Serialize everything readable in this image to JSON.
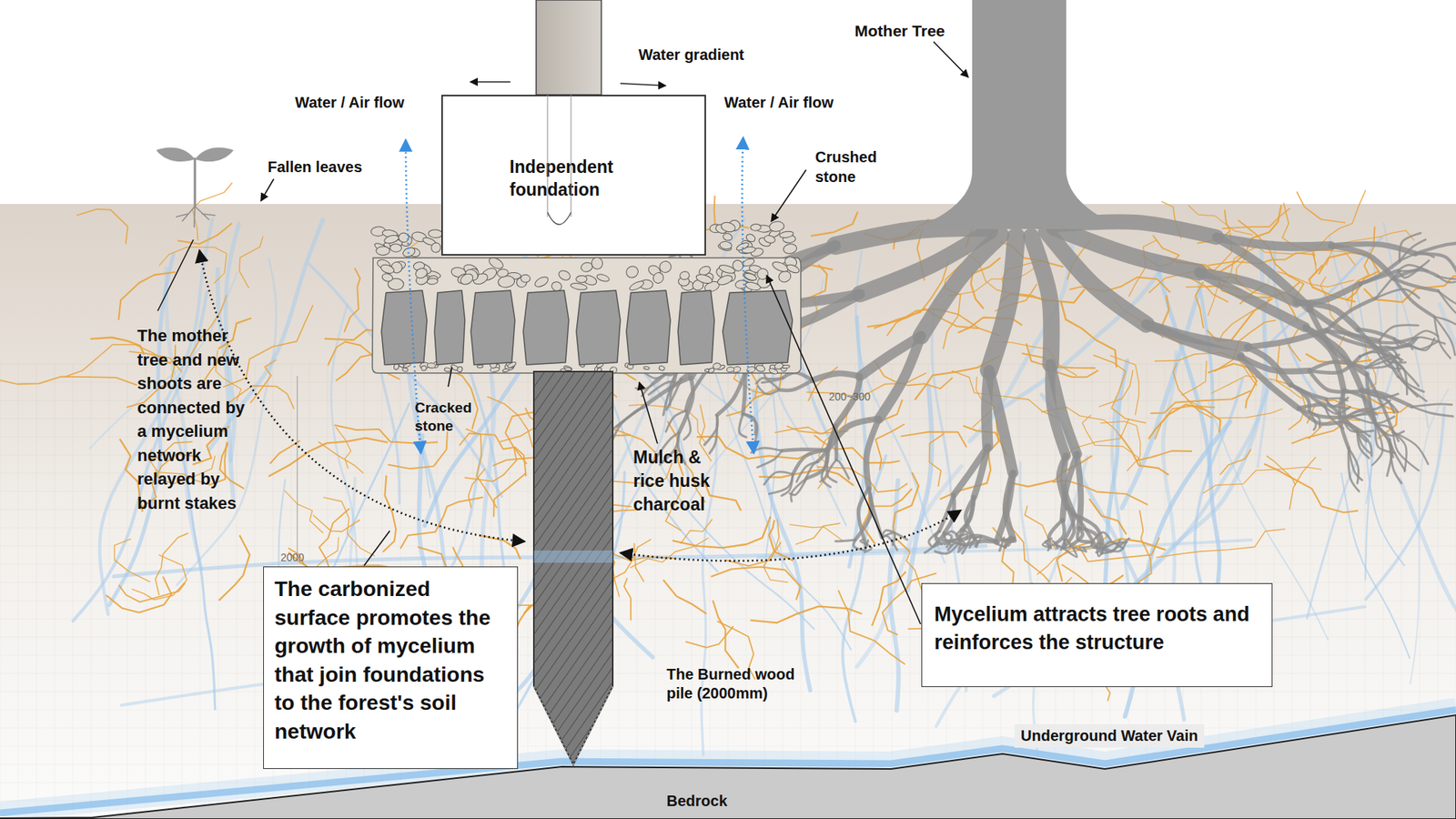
{
  "diagram": {
    "nodes": [
      {
        "text": [
          "Independent foundation"
        ]
      },
      {
        "text": [
          "The carbonized surface promotes the growth of mycelium that join foundations to the forest's soil network"
        ]
      },
      {
        "text": [
          "Mycelium attracts tree roots and reinforces the structure"
        ]
      }
    ],
    "labels": [
      "Mother Tree",
      "Water gradient",
      "Water / Air flow",
      "Water / Air flow",
      "Fallen leaves",
      "Crushed stone",
      "Cracked stone",
      "Mulch & rice husk charcoal",
      "The mother tree and new shoots are connected by a mycelium network relayed by burnt stakes",
      "The Burned wood pile (2000mm)",
      "Underground Water Vain",
      "Bedrock",
      "2000",
      "200~300"
    ]
  }
}
